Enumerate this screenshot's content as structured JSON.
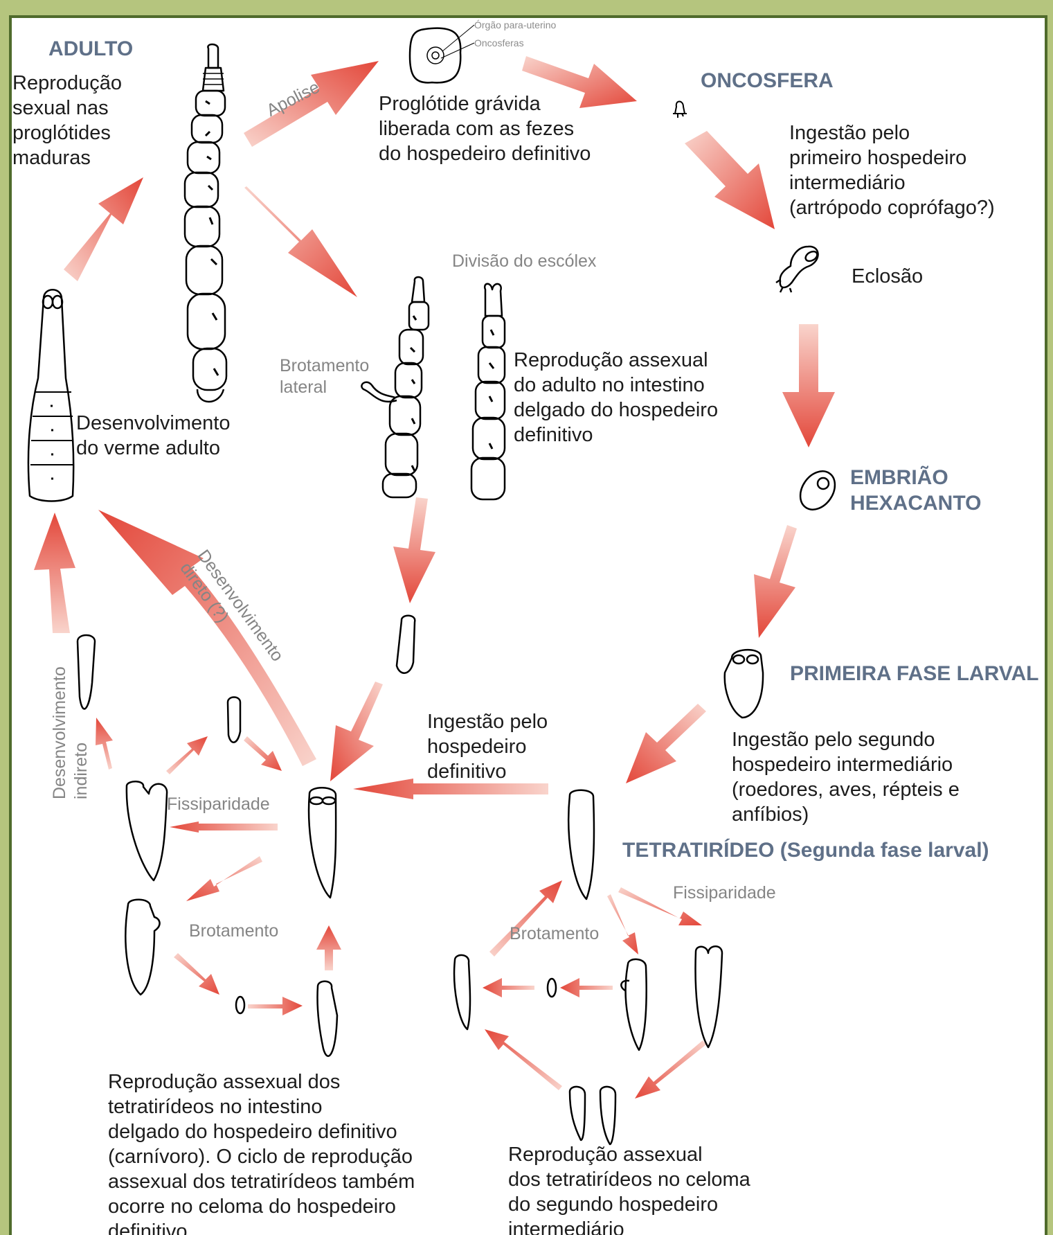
{
  "headings": {
    "adulto": "ADULTO",
    "oncosfera": "ONCOSFERA",
    "embriao": "EMBRIÃO\nHEXACANTO",
    "primeira": "PRIMEIRA FASE LARVAL",
    "tetratirideo": "TETRATIRÍDEO (Segunda fase larval)"
  },
  "texts": {
    "reproducao_sexual": "Reprodução\nsexual nas\nproglótides\nmaduras",
    "proglotide": "Proglótide grávida\nliberada com as fezes\ndo hospedeiro definitivo",
    "ingestao_primeiro": "Ingestão pelo\nprimeiro hospedeiro\nintermediário\n(artrópodo coprófago?)",
    "eclosao": "Eclosão",
    "reproducao_assexual_adulto": "Reprodução assexual\ndo adulto no intestino\ndelgado do hospedeiro\ndefinitivo",
    "desenvolvimento_adulto": "Desenvolvimento\ndo verme adulto",
    "ingestao_definitivo": "Ingestão pelo\nhospedeiro\ndefinitivo",
    "ingestao_segundo": "Ingestão pelo segundo\nhospedeiro intermediário\n(roedores, aves, répteis e\nanfíbios)",
    "reproducao_assexual_tetra_intestino": "Reprodução assexual dos\ntetratirídeos no intestino\ndelgado do hospedeiro definitivo\n(carnívoro). O ciclo de reprodução\nassexual dos tetratirídeos também\nocorre no celoma do hospedeiro\ndefinitivo",
    "reproducao_assexual_tetra_celoma": "Reprodução assexual\ndos tetratirídeos no celoma\ndo segundo hospedeiro\nintermediário"
  },
  "gray_labels": {
    "apolise": "Apolise",
    "divisao_escolex": "Divisão do escólex",
    "brotamento_lateral": "Brotamento\nlateral",
    "desenvolvimento_direto": "Desenvolvimento\ndireto (?)",
    "desenvolvimento_indireto": "Desenvolvimento\nindireto",
    "fissiparidade_left": "Fissiparidade",
    "fissiparidade_right": "Fissiparidade",
    "brotamento_left": "Brotamento",
    "brotamento_right": "Brotamento"
  },
  "small_labels": {
    "orgao_para_uterino": "Órgão para-uterino",
    "oncosferas": "Oncosferas"
  },
  "colors": {
    "arrow": "#e3473a",
    "heading": "#5f7088",
    "border": "#4f6b2c",
    "background": "#b5c57e"
  }
}
